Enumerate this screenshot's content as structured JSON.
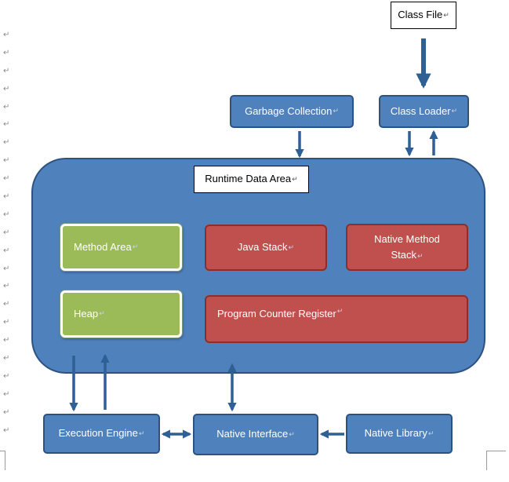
{
  "paragraph_mark": "↵",
  "paragraph_mark_count": 23,
  "nodes": {
    "class_file": "Class File",
    "garbage_collection": "Garbage Collection",
    "class_loader": "Class Loader",
    "runtime_data_area": "Runtime Data Area",
    "method_area": "Method Area",
    "java_stack": "Java Stack",
    "native_method_stack_line1": "Native Method",
    "native_method_stack_line2": "Stack",
    "heap": "Heap",
    "program_counter_register": "Program Counter Register",
    "execution_engine": "Execution Engine",
    "native_interface": "Native Interface",
    "native_library": "Native Library"
  },
  "colors": {
    "blue_fill": "#4f81bd",
    "blue_border": "#2c5282",
    "green_fill": "#9bbb59",
    "red_fill": "#c0504d",
    "arrow": "#2e5f95"
  },
  "edges": [
    {
      "from": "class_file",
      "to": "class_loader"
    },
    {
      "from": "garbage_collection",
      "to": "runtime_data_area"
    },
    {
      "from": "class_loader",
      "to": "runtime_data_area"
    },
    {
      "from": "runtime_data_area",
      "to": "class_loader"
    },
    {
      "from": "runtime_data_area",
      "to": "execution_engine"
    },
    {
      "from": "execution_engine",
      "to": "runtime_data_area"
    },
    {
      "from": "runtime_data_area",
      "to": "native_interface",
      "bidirectional": true
    },
    {
      "from": "execution_engine",
      "to": "native_interface",
      "bidirectional": true
    },
    {
      "from": "native_library",
      "to": "native_interface"
    }
  ]
}
